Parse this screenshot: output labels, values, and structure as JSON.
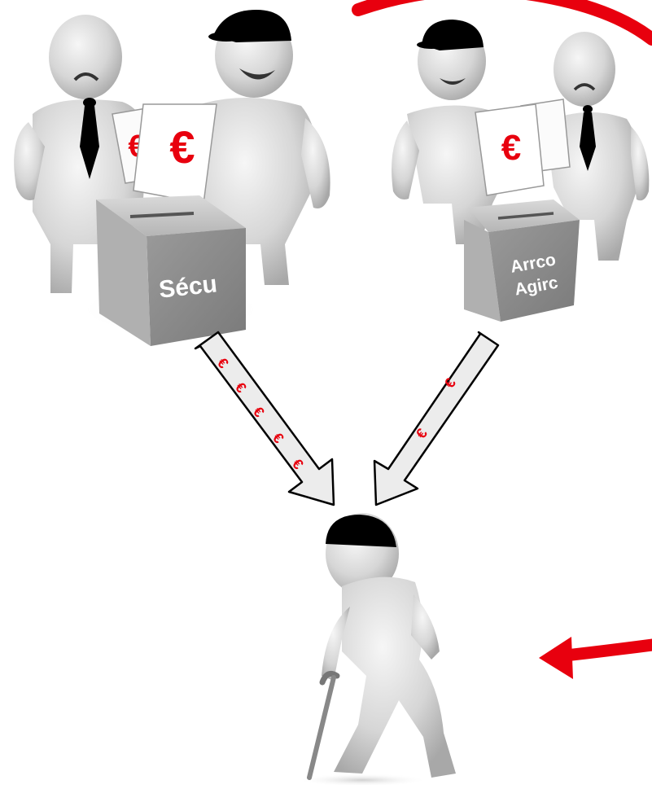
{
  "ballot_boxes": {
    "secu": {
      "label": "Sécu"
    },
    "arrco_agirc": {
      "line1": "Arrco",
      "line2": "Agirc"
    }
  },
  "currency_symbol": "€",
  "flows": {
    "secu_to_retiree": {
      "symbol_count": 5
    },
    "arrco_agirc_to_retiree": {
      "symbol_count": 2
    }
  },
  "colors": {
    "accent_red": "#e8000e",
    "figure_gray": "#cfcfcf",
    "box_gray": "#8d8d8d",
    "arrow_fill": "#ececec"
  },
  "icons": [
    "cap-icon",
    "tie-icon",
    "euro-note-icon",
    "ballot-box-icon",
    "cane-icon",
    "curved-arrow-icon"
  ]
}
